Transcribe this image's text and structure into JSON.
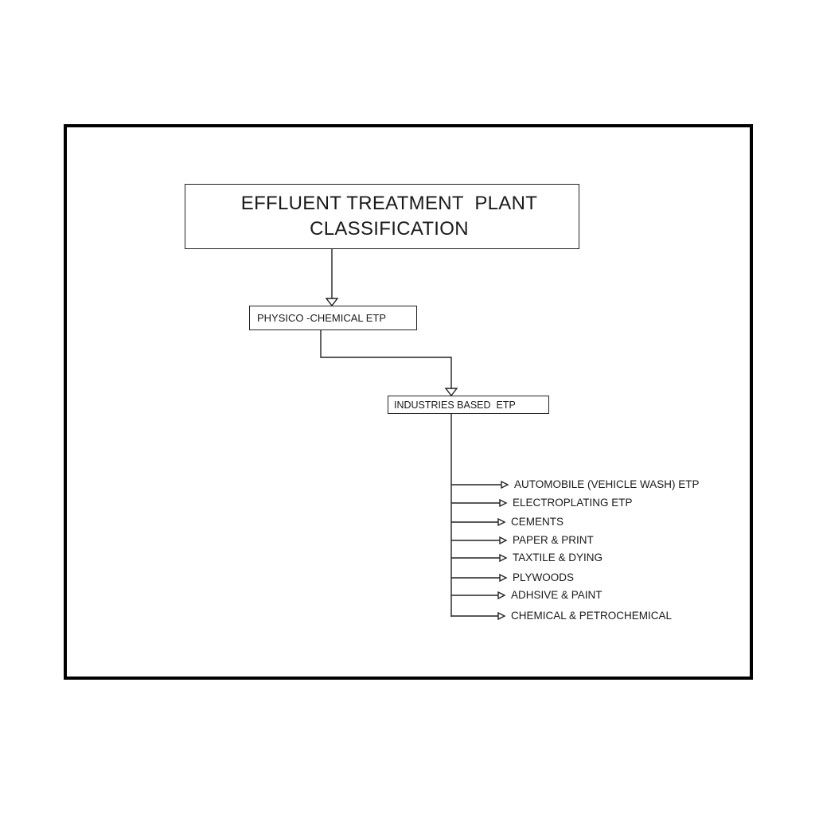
{
  "diagram": {
    "title_line1": "EFFLUENT TREATMENT  PLANT",
    "title_line2": "CLASSIFICATION",
    "level1": "PHYSICO -CHEMICAL ETP",
    "level2": "INDUSTRIES BASED  ETP",
    "items": [
      "AUTOMOBILE (VEHICLE WASH) ETP",
      "ELECTROPLATING ETP",
      "CEMENTS",
      "PAPER & PRINT",
      "TAXTILE & DYING",
      "PLYWOODS",
      "ADHSIVE & PAINT",
      "CHEMICAL & PETROCHEMICAL"
    ],
    "colors": {
      "line": "#222222",
      "frame": "#000000",
      "background": "#ffffff"
    }
  }
}
